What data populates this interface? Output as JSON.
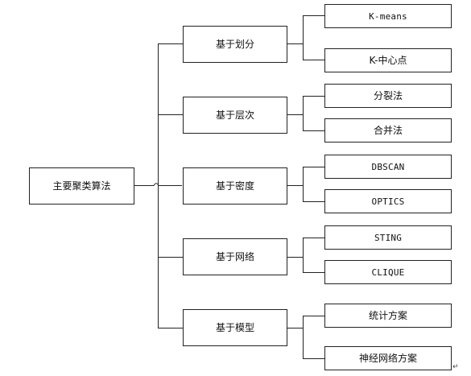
{
  "root": {
    "label": "主要聚类算法"
  },
  "groups": [
    {
      "label": "基于划分",
      "children": [
        "K-means",
        "K-中心点"
      ]
    },
    {
      "label": "基于层次",
      "children": [
        "分裂法",
        "合并法"
      ]
    },
    {
      "label": "基于密度",
      "children": [
        "DBSCAN",
        "OPTICS"
      ]
    },
    {
      "label": "基于网络",
      "children": [
        "STING",
        "CLIQUE"
      ]
    },
    {
      "label": "基于模型",
      "children": [
        "统计方案",
        "神经网络方案"
      ]
    }
  ],
  "paragraph_mark": "↵"
}
